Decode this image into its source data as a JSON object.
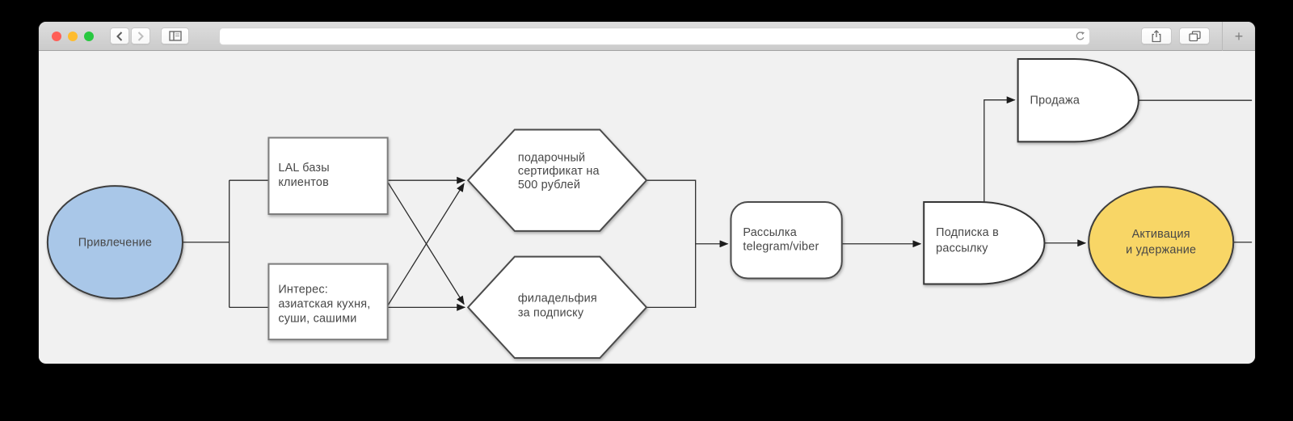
{
  "browser": {
    "window_controls": [
      "close",
      "minimize",
      "zoom"
    ],
    "toolbar": {
      "back": "back",
      "forward": "forward",
      "sidebar": "sidebar",
      "new_tab_label": "+"
    },
    "url": {
      "value": "",
      "placeholder": ""
    }
  },
  "diagram": {
    "nodes": {
      "attraction": {
        "shape": "ellipse",
        "fill": "#a9c7e8",
        "lines": [
          "Привлечение"
        ]
      },
      "lal": {
        "shape": "rectangle",
        "fill": "#ffffff",
        "lines": [
          "LAL базы",
          "клиентов"
        ]
      },
      "interest": {
        "shape": "rectangle",
        "fill": "#ffffff",
        "lines": [
          "Интерес:",
          "азиатская кухня,",
          "суши, сашими"
        ]
      },
      "certificate": {
        "shape": "hexagon",
        "fill": "#ffffff",
        "lines": [
          "подарочный",
          "сертификат на",
          "500 рублей"
        ]
      },
      "philadelphia": {
        "shape": "hexagon",
        "fill": "#ffffff",
        "lines": [
          "филадельфия",
          "за подписку"
        ]
      },
      "mailing": {
        "shape": "rounded-rectangle",
        "fill": "#ffffff",
        "lines": [
          "Рассылка",
          "telegram/viber"
        ]
      },
      "subscription": {
        "shape": "delay",
        "fill": "#ffffff",
        "lines": [
          "Подписка в",
          "рассылку"
        ]
      },
      "sale": {
        "shape": "delay",
        "fill": "#ffffff",
        "lines": [
          "Продажа"
        ]
      },
      "activation": {
        "shape": "ellipse",
        "fill": "#f8d666",
        "lines": [
          "Активация",
          "и удержание"
        ]
      }
    },
    "edges": [
      {
        "from": "attraction",
        "to": "lal"
      },
      {
        "from": "attraction",
        "to": "interest"
      },
      {
        "from": "lal",
        "to": "certificate"
      },
      {
        "from": "lal",
        "to": "philadelphia"
      },
      {
        "from": "interest",
        "to": "certificate"
      },
      {
        "from": "interest",
        "to": "philadelphia"
      },
      {
        "from": "certificate",
        "to": "mailing"
      },
      {
        "from": "philadelphia",
        "to": "mailing"
      },
      {
        "from": "mailing",
        "to": "subscription"
      },
      {
        "from": "subscription",
        "to": "sale"
      },
      {
        "from": "subscription",
        "to": "activation"
      },
      {
        "from": "sale",
        "to": "offscreen-right"
      },
      {
        "from": "activation",
        "to": "offscreen-right"
      }
    ]
  },
  "colors": {
    "background": "#000000",
    "canvas": "#f1f1f1",
    "node_blue": "#a9c7e8",
    "node_yellow": "#f8d666",
    "edge": "#2d2d2d",
    "traffic_red": "#ff5f57",
    "traffic_yellow": "#febc2e",
    "traffic_green": "#28c840"
  }
}
